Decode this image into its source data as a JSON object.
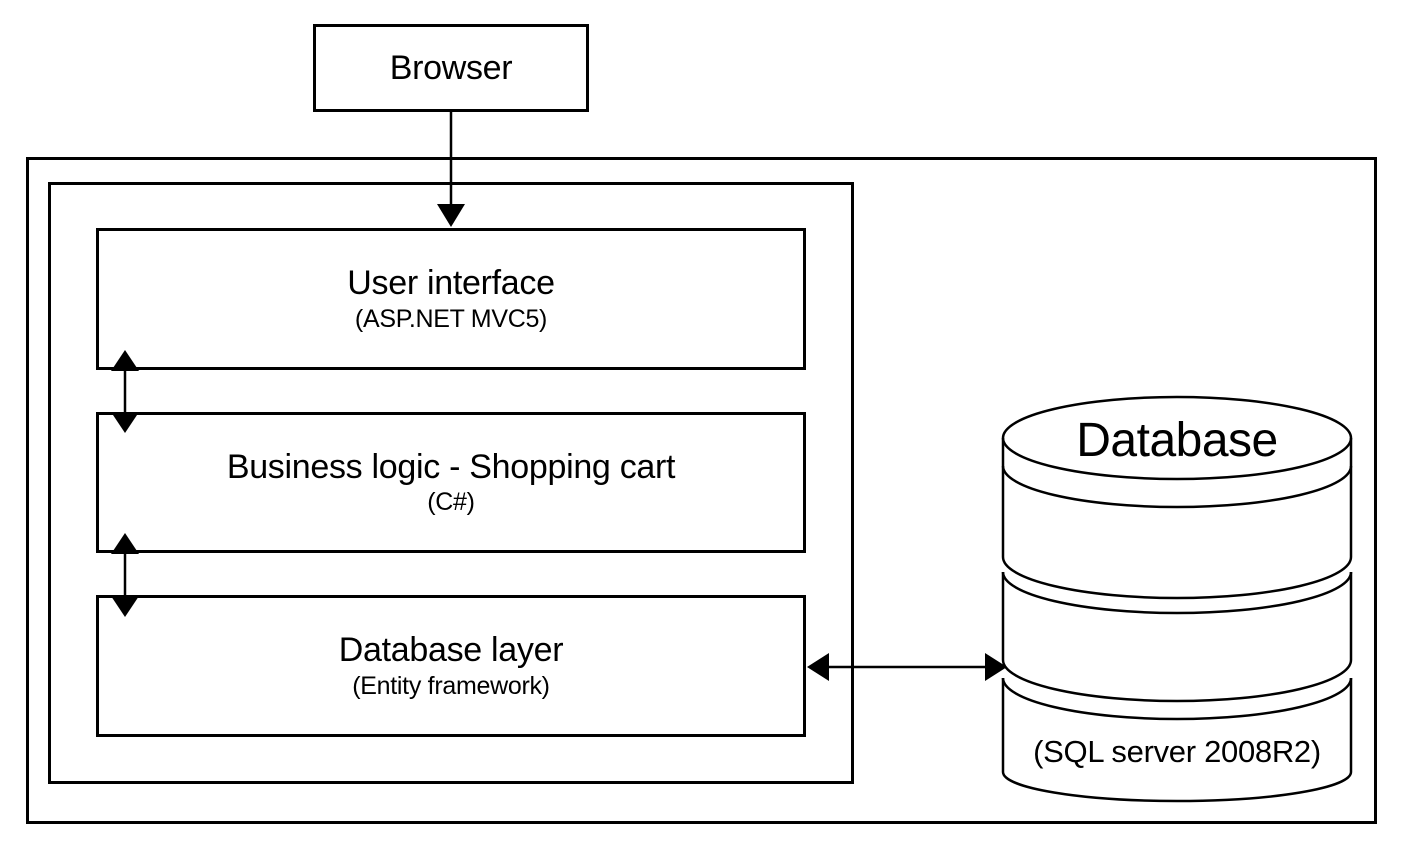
{
  "diagram": {
    "browser": {
      "label": "Browser"
    },
    "application": {
      "layers": [
        {
          "title": "User interface",
          "subtitle": "(ASP.NET MVC5)"
        },
        {
          "title": "Business logic - Shopping cart",
          "subtitle": "(C#)"
        },
        {
          "title": "Database layer",
          "subtitle": "(Entity framework)"
        }
      ]
    },
    "database": {
      "title": "Database",
      "subtitle": "(SQL server 2008R2)"
    },
    "connections": [
      {
        "from": "browser",
        "to": "user-interface",
        "direction": "one-way"
      },
      {
        "from": "user-interface",
        "to": "business-logic",
        "direction": "two-way"
      },
      {
        "from": "business-logic",
        "to": "database-layer",
        "direction": "two-way"
      },
      {
        "from": "database-layer",
        "to": "database",
        "direction": "two-way"
      }
    ],
    "colors": {
      "stroke": "#000000",
      "background": "#ffffff"
    }
  }
}
